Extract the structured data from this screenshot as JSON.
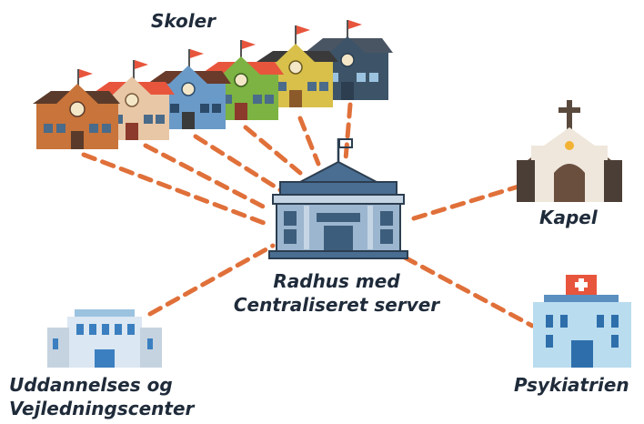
{
  "labels": {
    "schools": "Skoler",
    "town_hall_line1": "Radhus med",
    "town_hall_line2": "Centraliseret server",
    "chapel": "Kapel",
    "education_line1": "Uddannelses og",
    "education_line2": "Vejledningscenter",
    "psychiatry": "Psykiatrien"
  },
  "colors": {
    "connection_line": "#e0703a",
    "label_text": "#1f2b3a",
    "town_hall": "#3d5d7c",
    "flag": "#e8553d"
  },
  "icons": {
    "schools": "school-building-icon",
    "town_hall": "town-hall-icon",
    "chapel": "chapel-icon",
    "education_center": "office-building-icon",
    "psychiatry": "hospital-icon"
  },
  "school_colors": [
    "#3d5468",
    "#d8c04a",
    "#7cb342",
    "#6a9ac7",
    "#e8c7a6",
    "#c8743a"
  ]
}
